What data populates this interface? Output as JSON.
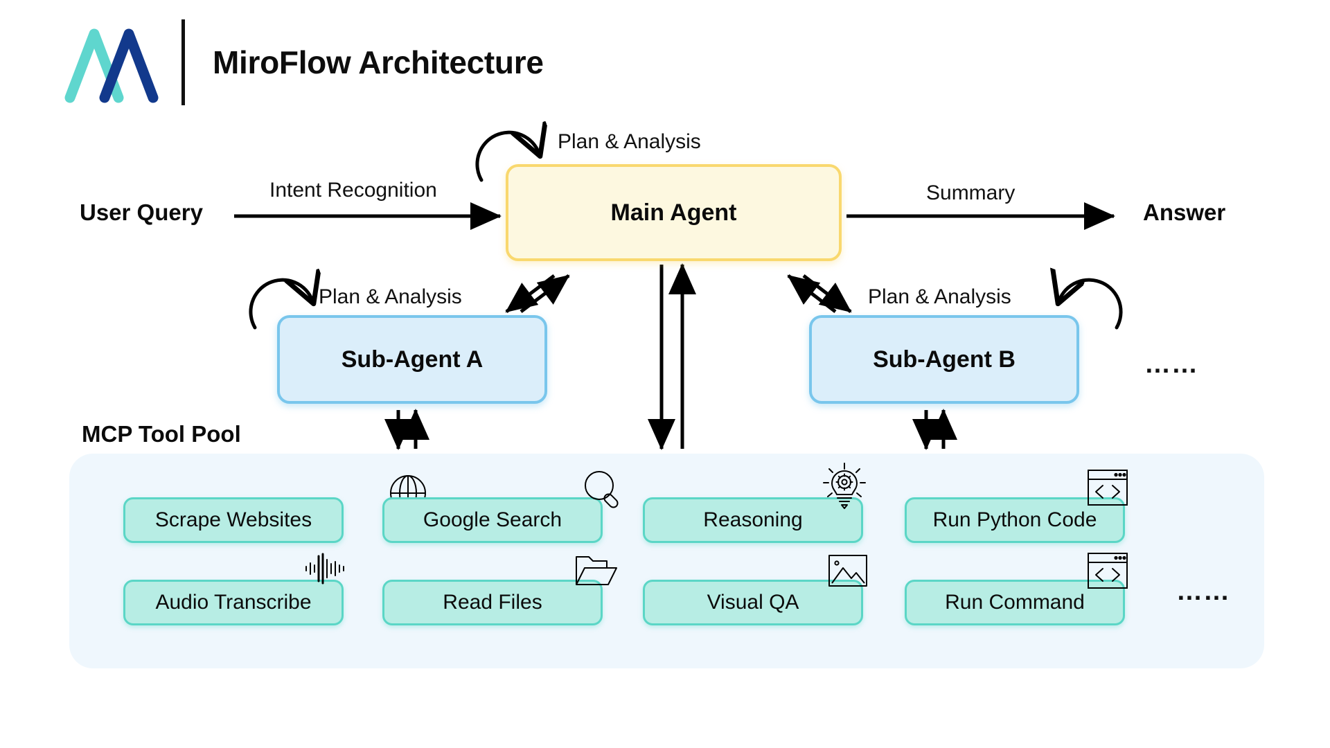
{
  "header": {
    "title": "MiroFlow Architecture",
    "logo_name": "miroflow-logo",
    "logo_colors": {
      "teal": "#5FD6CE",
      "navy": "#12398C"
    }
  },
  "flow": {
    "user_query_label": "User Query",
    "intent_edge_label": "Intent Recognition",
    "summary_edge_label": "Summary",
    "answer_label": "Answer",
    "plan_analysis_label": "Plan & Analysis",
    "ellipsis": "……"
  },
  "nodes": {
    "main_agent": {
      "label": "Main Agent",
      "fill": "#FDF8E0",
      "border": "#F9D86E"
    },
    "sub_agent_a": {
      "label": "Sub-Agent A",
      "fill": "#DBEEFA",
      "border": "#79C6EC"
    },
    "sub_agent_b": {
      "label": "Sub-Agent B",
      "fill": "#DBEEFA",
      "border": "#79C6EC"
    }
  },
  "tool_pool": {
    "title": "MCP Tool Pool",
    "panel_fill": "#EFF7FD",
    "chip_fill": "#B7EDE4",
    "chip_border": "#5BD6C6",
    "ellipsis": "……",
    "tools": [
      {
        "label": "Scrape Websites",
        "icon": "globe-icon"
      },
      {
        "label": "Google Search",
        "icon": "magnifier-icon"
      },
      {
        "label": "Reasoning",
        "icon": "lightbulb-gear-icon"
      },
      {
        "label": "Run Python Code",
        "icon": "code-window-icon"
      },
      {
        "label": "Audio Transcribe",
        "icon": "audio-waveform-icon"
      },
      {
        "label": "Read Files",
        "icon": "open-folder-icon"
      },
      {
        "label": "Visual QA",
        "icon": "image-icon"
      },
      {
        "label": "Run Command",
        "icon": "code-window-icon"
      }
    ]
  }
}
